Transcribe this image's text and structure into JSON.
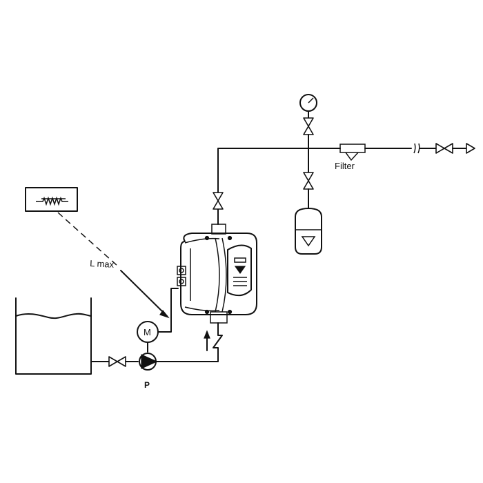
{
  "labels": {
    "filter": "Filter",
    "l_max": "L max",
    "motor": "M",
    "pump": "P"
  },
  "colors": {
    "line": "#111111",
    "background": "#ffffff",
    "device_shell": "#f4f4f4",
    "device_panel": "#dcdcdc"
  },
  "components": {
    "level_sensor": "level-float-switch-icon",
    "tank": "open-water-tank",
    "pump": "centrifugal-pump-symbol",
    "motor": "motor-symbol",
    "controller": "pressure-control-unit",
    "gauge": "pressure-gauge-icon",
    "expansion_vessel": "expansion-vessel-icon",
    "filter": "filter-symbol",
    "check_valve": "non-return-valve-symbol",
    "outlet": "outlet-arrow-icon"
  }
}
